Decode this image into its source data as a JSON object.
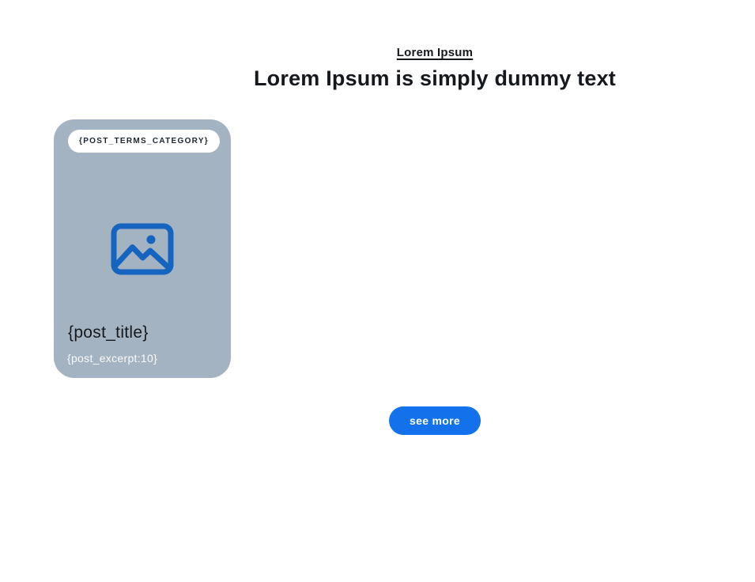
{
  "header": {
    "eyebrow": "Lorem Ipsum",
    "title": "Lorem Ipsum is simply dummy text"
  },
  "card": {
    "category": "{POST_TERMS_CATEGORY}",
    "title": "{post_title}",
    "excerpt": "{post_excerpt:10}",
    "image_icon": "image-placeholder-icon"
  },
  "actions": {
    "see_more_label": "see more"
  },
  "colors": {
    "page_background": "#ffffff",
    "card_background": "#a4b3c2",
    "icon_blue": "#1565c0",
    "button_blue": "#1372eb",
    "badge_background": "#ffffff",
    "badge_text": "#1d2631",
    "heading_text": "#15191e",
    "title_text": "#16181b",
    "excerpt_text": "#f2f5f8"
  }
}
